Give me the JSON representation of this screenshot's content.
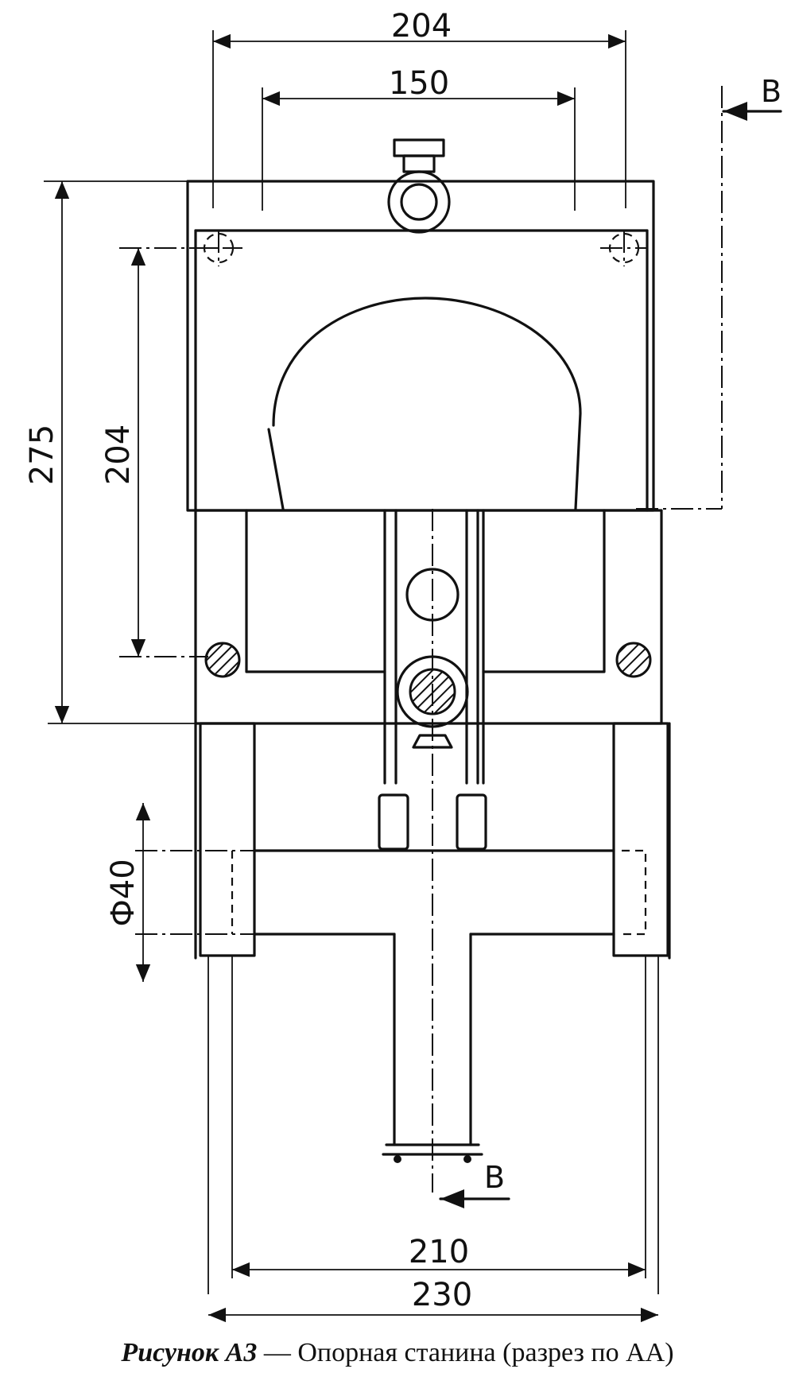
{
  "drawing": {
    "dimensions": {
      "top_outer_width": "204",
      "top_inner_width": "150",
      "overall_height": "275",
      "inner_height": "204",
      "diameter": "Ф40",
      "bottom_inner_width": "210",
      "bottom_outer_width": "230"
    },
    "section_marks": {
      "top": "В",
      "bottom": "В"
    }
  },
  "caption": {
    "figure_label": "Рисунок А3",
    "dash": " — ",
    "text": "Опорная станина (разрез по АА)"
  }
}
